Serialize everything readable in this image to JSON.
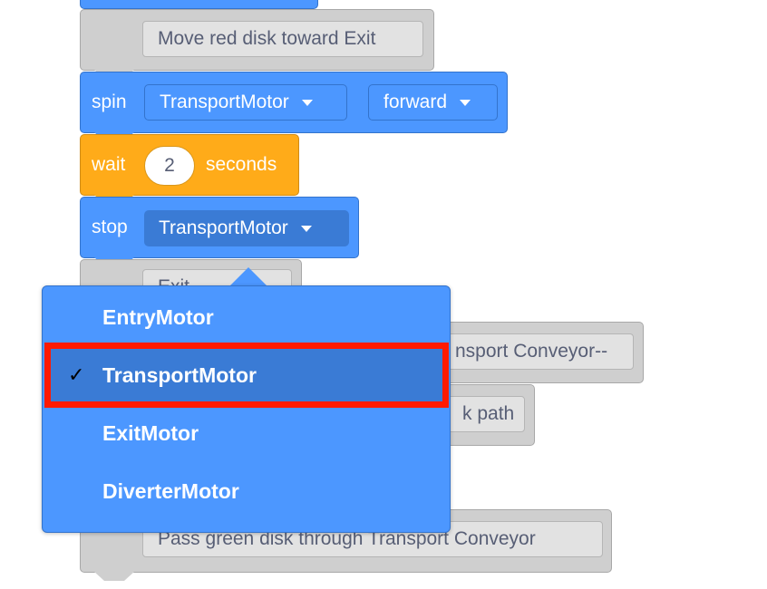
{
  "blocks": {
    "comment1": "Move red disk toward Exit",
    "spin": {
      "keyword": "spin",
      "motor": "TransportMotor",
      "direction": "forward"
    },
    "wait": {
      "keyword": "wait",
      "value": "2",
      "unit": "seconds"
    },
    "stop": {
      "keyword": "stop",
      "motor": "TransportMotor"
    },
    "comment_partial": "Exit",
    "comment2_partial": "nsport Conveyor--",
    "comment3_partial": "k path",
    "comment4": "Pass green disk through Transport Conveyor"
  },
  "dropdown": {
    "items": [
      "EntryMotor",
      "TransportMotor",
      "ExitMotor",
      "DiverterMotor"
    ],
    "selected_index": 1,
    "check_glyph": "✓"
  },
  "colors": {
    "motion_blue": "#4c97ff",
    "control_orange": "#ffab19",
    "comment_gray": "#cfcfcf",
    "highlight_red": "#ff1a00"
  }
}
